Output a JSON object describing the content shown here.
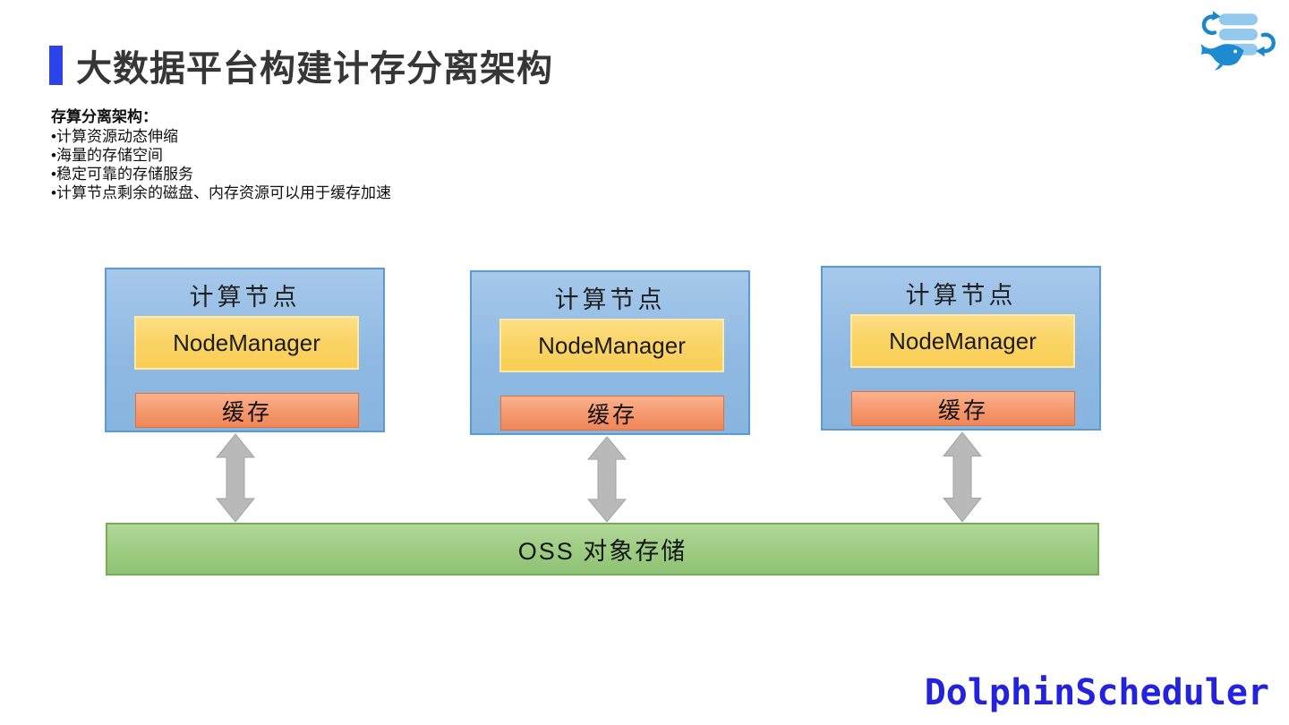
{
  "slide": {
    "title": "大数据平台构建计存分离架构"
  },
  "notes": {
    "heading": "存算分离架构：",
    "bullets": [
      "•计算资源动态伸缩",
      "•海量的存储空间",
      "•稳定可靠的存储服务",
      "•计算节点剩余的磁盘、内存资源可以用于缓存加速"
    ]
  },
  "diagram": {
    "nodes": [
      {
        "title": "计算节点",
        "manager_label": "NodeManager",
        "cache_label": "缓存"
      },
      {
        "title": "计算节点",
        "manager_label": "NodeManager",
        "cache_label": "缓存"
      },
      {
        "title": "计算节点",
        "manager_label": "NodeManager",
        "cache_label": "缓存"
      }
    ],
    "storage_label": "OSS 对象存储"
  },
  "branding": {
    "wordmark": "DolphinScheduler",
    "logo": "dolphinscheduler-logo"
  },
  "colors": {
    "title_accent": "#2B43E8",
    "title_text": "#363636",
    "node_fill": "#97BEE4",
    "node_border": "#5B9BD5",
    "manager_fill": "#F9CE55",
    "manager_border": "#FFE9A8",
    "cache_fill": "#F08657",
    "cache_border": "#E0703A",
    "storage_fill": "#9FCD83",
    "storage_border": "#74AD56",
    "arrow_gray": "#B9B9B9",
    "wordmark_blue": "#2323DE",
    "logo_blue": "#1887CB",
    "logo_light_blue": "#92C9EC"
  }
}
